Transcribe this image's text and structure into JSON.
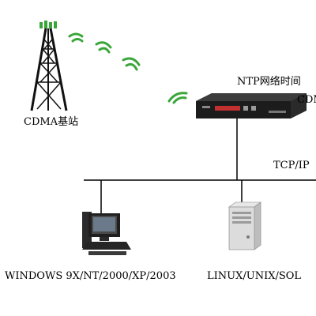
{
  "nodes": {
    "tower": {
      "label": "CDMA基站",
      "icon": "cell-tower-icon"
    },
    "ntp_server": {
      "label_line1": "NTP网络时间",
      "label_line2": "CDM",
      "icon": "rack-server-icon"
    },
    "network": {
      "label": "TCP/IP",
      "icon": "network-bus-line"
    },
    "windows_pc": {
      "label": "WINDOWS 9X/NT/2000/XP/2003",
      "icon": "desktop-computer-icon"
    },
    "linux_server": {
      "label": "LINUX/UNIX/SOL",
      "icon": "tower-server-icon"
    }
  },
  "colors": {
    "wireless": "#3aa63a",
    "line": "#000000",
    "device": "#1a1a1a"
  }
}
